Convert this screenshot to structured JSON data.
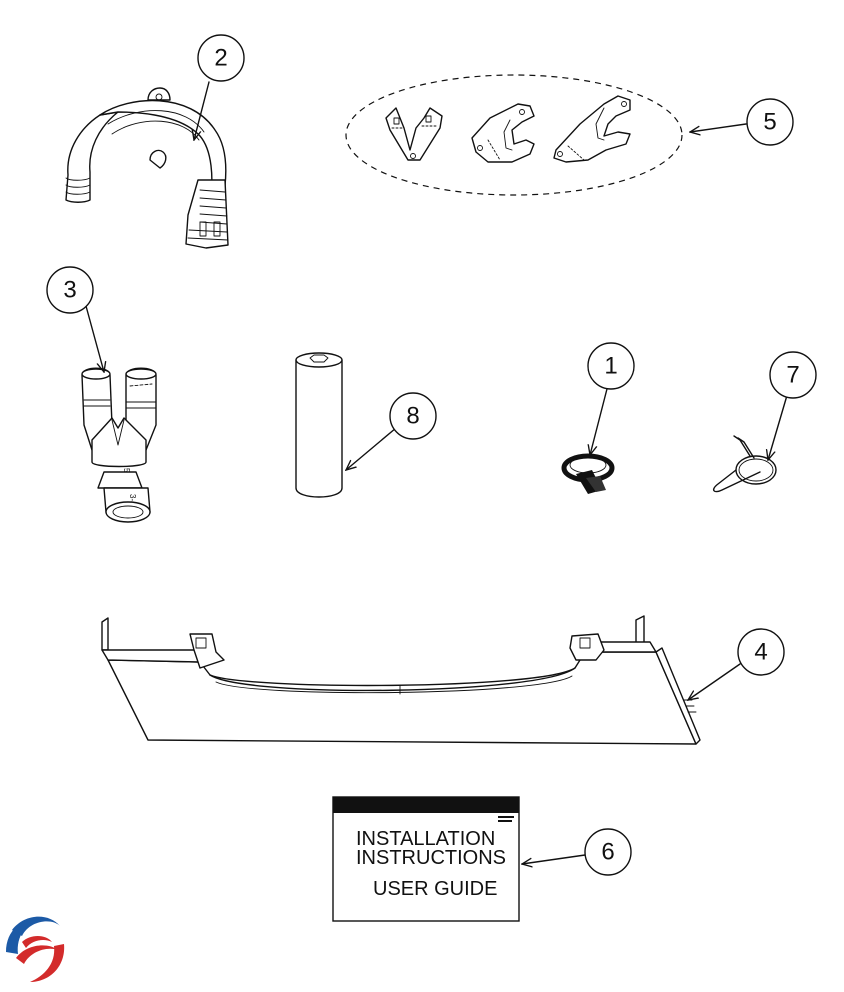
{
  "callouts": [
    {
      "number": "1"
    },
    {
      "number": "2"
    },
    {
      "number": "3"
    },
    {
      "number": "4"
    },
    {
      "number": "5"
    },
    {
      "number": "6"
    },
    {
      "number": "7"
    },
    {
      "number": "8"
    }
  ],
  "manual": {
    "line1": "INSTALLATION",
    "line2": "INSTRUCTIONS",
    "line3": "USER GUIDE"
  },
  "elbow_marking": {
    "upper": "5-6\"",
    "lower": "3-4\""
  },
  "icons": [
    "brand-logo-icon"
  ]
}
